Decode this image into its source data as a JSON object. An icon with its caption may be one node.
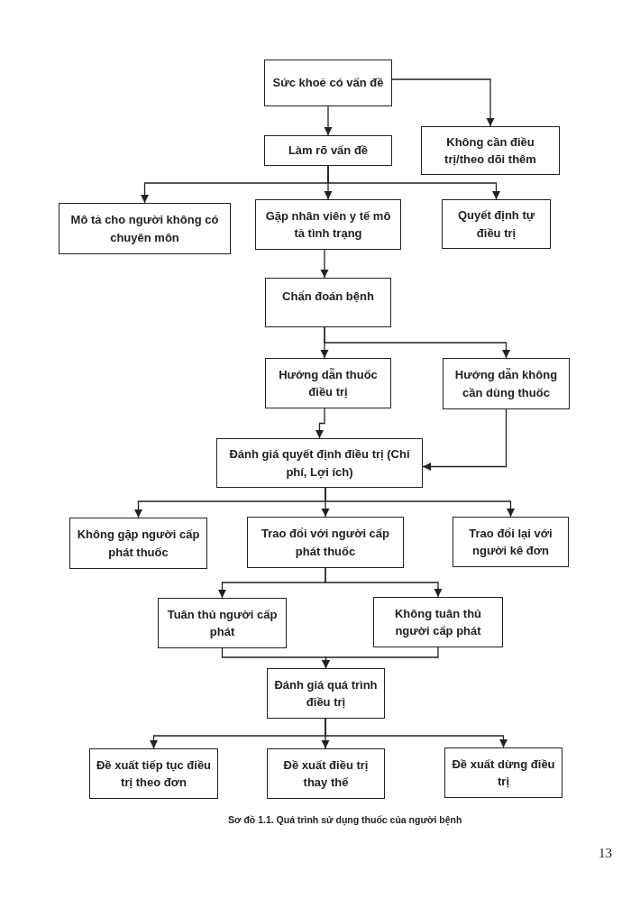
{
  "diagram": {
    "caption": "Sơ đồ 1.1. Quá trình sử dụng thuốc của người bệnh",
    "nodes": [
      {
        "text": [
          "Sức khoẻ có vấn đề"
        ]
      },
      {
        "text": [
          "Làm rõ vấn đề"
        ]
      },
      {
        "text": [
          "Không cần điều trị/theo dõi thêm"
        ]
      },
      {
        "text": [
          "Mô tả cho người không có chuyên môn"
        ]
      },
      {
        "text": [
          "Gặp nhân viên y tế mô tả tình trạng"
        ]
      },
      {
        "text": [
          "Quyết định tự điều trị"
        ]
      },
      {
        "text": [
          "Chẩn đoán bệnh"
        ]
      },
      {
        "text": [
          "Hướng dẫn thuốc điều trị"
        ]
      },
      {
        "text": [
          "Hướng dẫn không cần dùng thuốc"
        ]
      },
      {
        "text": [
          "Đánh giá quyết định điều trị (Chi phí, Lợi ích)"
        ]
      },
      {
        "text": [
          "Không gặp người cấp phát thuốc"
        ]
      },
      {
        "text": [
          "Trao đổi với người cấp phát thuốc"
        ]
      },
      {
        "text": [
          "Trao đổi lại với người kê đơn"
        ]
      },
      {
        "text": [
          "Tuân thủ người cấp phát"
        ]
      },
      {
        "text": [
          "Không tuân thủ người cấp phát"
        ]
      },
      {
        "text": [
          "Đánh giá quá trình điều trị"
        ]
      },
      {
        "text": [
          "Đề xuất tiếp tục điều trị theo đơn"
        ]
      },
      {
        "text": [
          "Đề xuất điều trị thay thế"
        ]
      },
      {
        "text": [
          "Đề xuất dừng điều trị"
        ]
      }
    ],
    "edges": [
      {
        "from": 0,
        "to": 1,
        "arrow": "to"
      },
      {
        "from": 0,
        "to": 2,
        "arrow": "to"
      },
      {
        "from": 1,
        "to": 3,
        "arrow": "to"
      },
      {
        "from": 1,
        "to": 4,
        "arrow": "to"
      },
      {
        "from": 1,
        "to": 5,
        "arrow": "to"
      },
      {
        "from": 4,
        "to": 6,
        "arrow": "to"
      },
      {
        "from": 6,
        "to": 7,
        "arrow": "to"
      },
      {
        "from": 6,
        "to": 8,
        "arrow": "to"
      },
      {
        "from": 7,
        "to": 9,
        "arrow": "to"
      },
      {
        "from": 8,
        "to": 9,
        "arrow": "to"
      },
      {
        "from": 9,
        "to": 10,
        "arrow": "to"
      },
      {
        "from": 9,
        "to": 11,
        "arrow": "to"
      },
      {
        "from": 9,
        "to": 12,
        "arrow": "to"
      },
      {
        "from": 11,
        "to": 13,
        "arrow": "to"
      },
      {
        "from": 11,
        "to": 14,
        "arrow": "to"
      },
      {
        "from": 13,
        "to": 15,
        "arrow": "to"
      },
      {
        "from": 14,
        "to": 15,
        "arrow": "to"
      },
      {
        "from": 15,
        "to": 16,
        "arrow": "to"
      },
      {
        "from": 15,
        "to": 17,
        "arrow": "to"
      },
      {
        "from": 15,
        "to": 18,
        "arrow": "to"
      }
    ],
    "labels": [
      "13"
    ]
  }
}
